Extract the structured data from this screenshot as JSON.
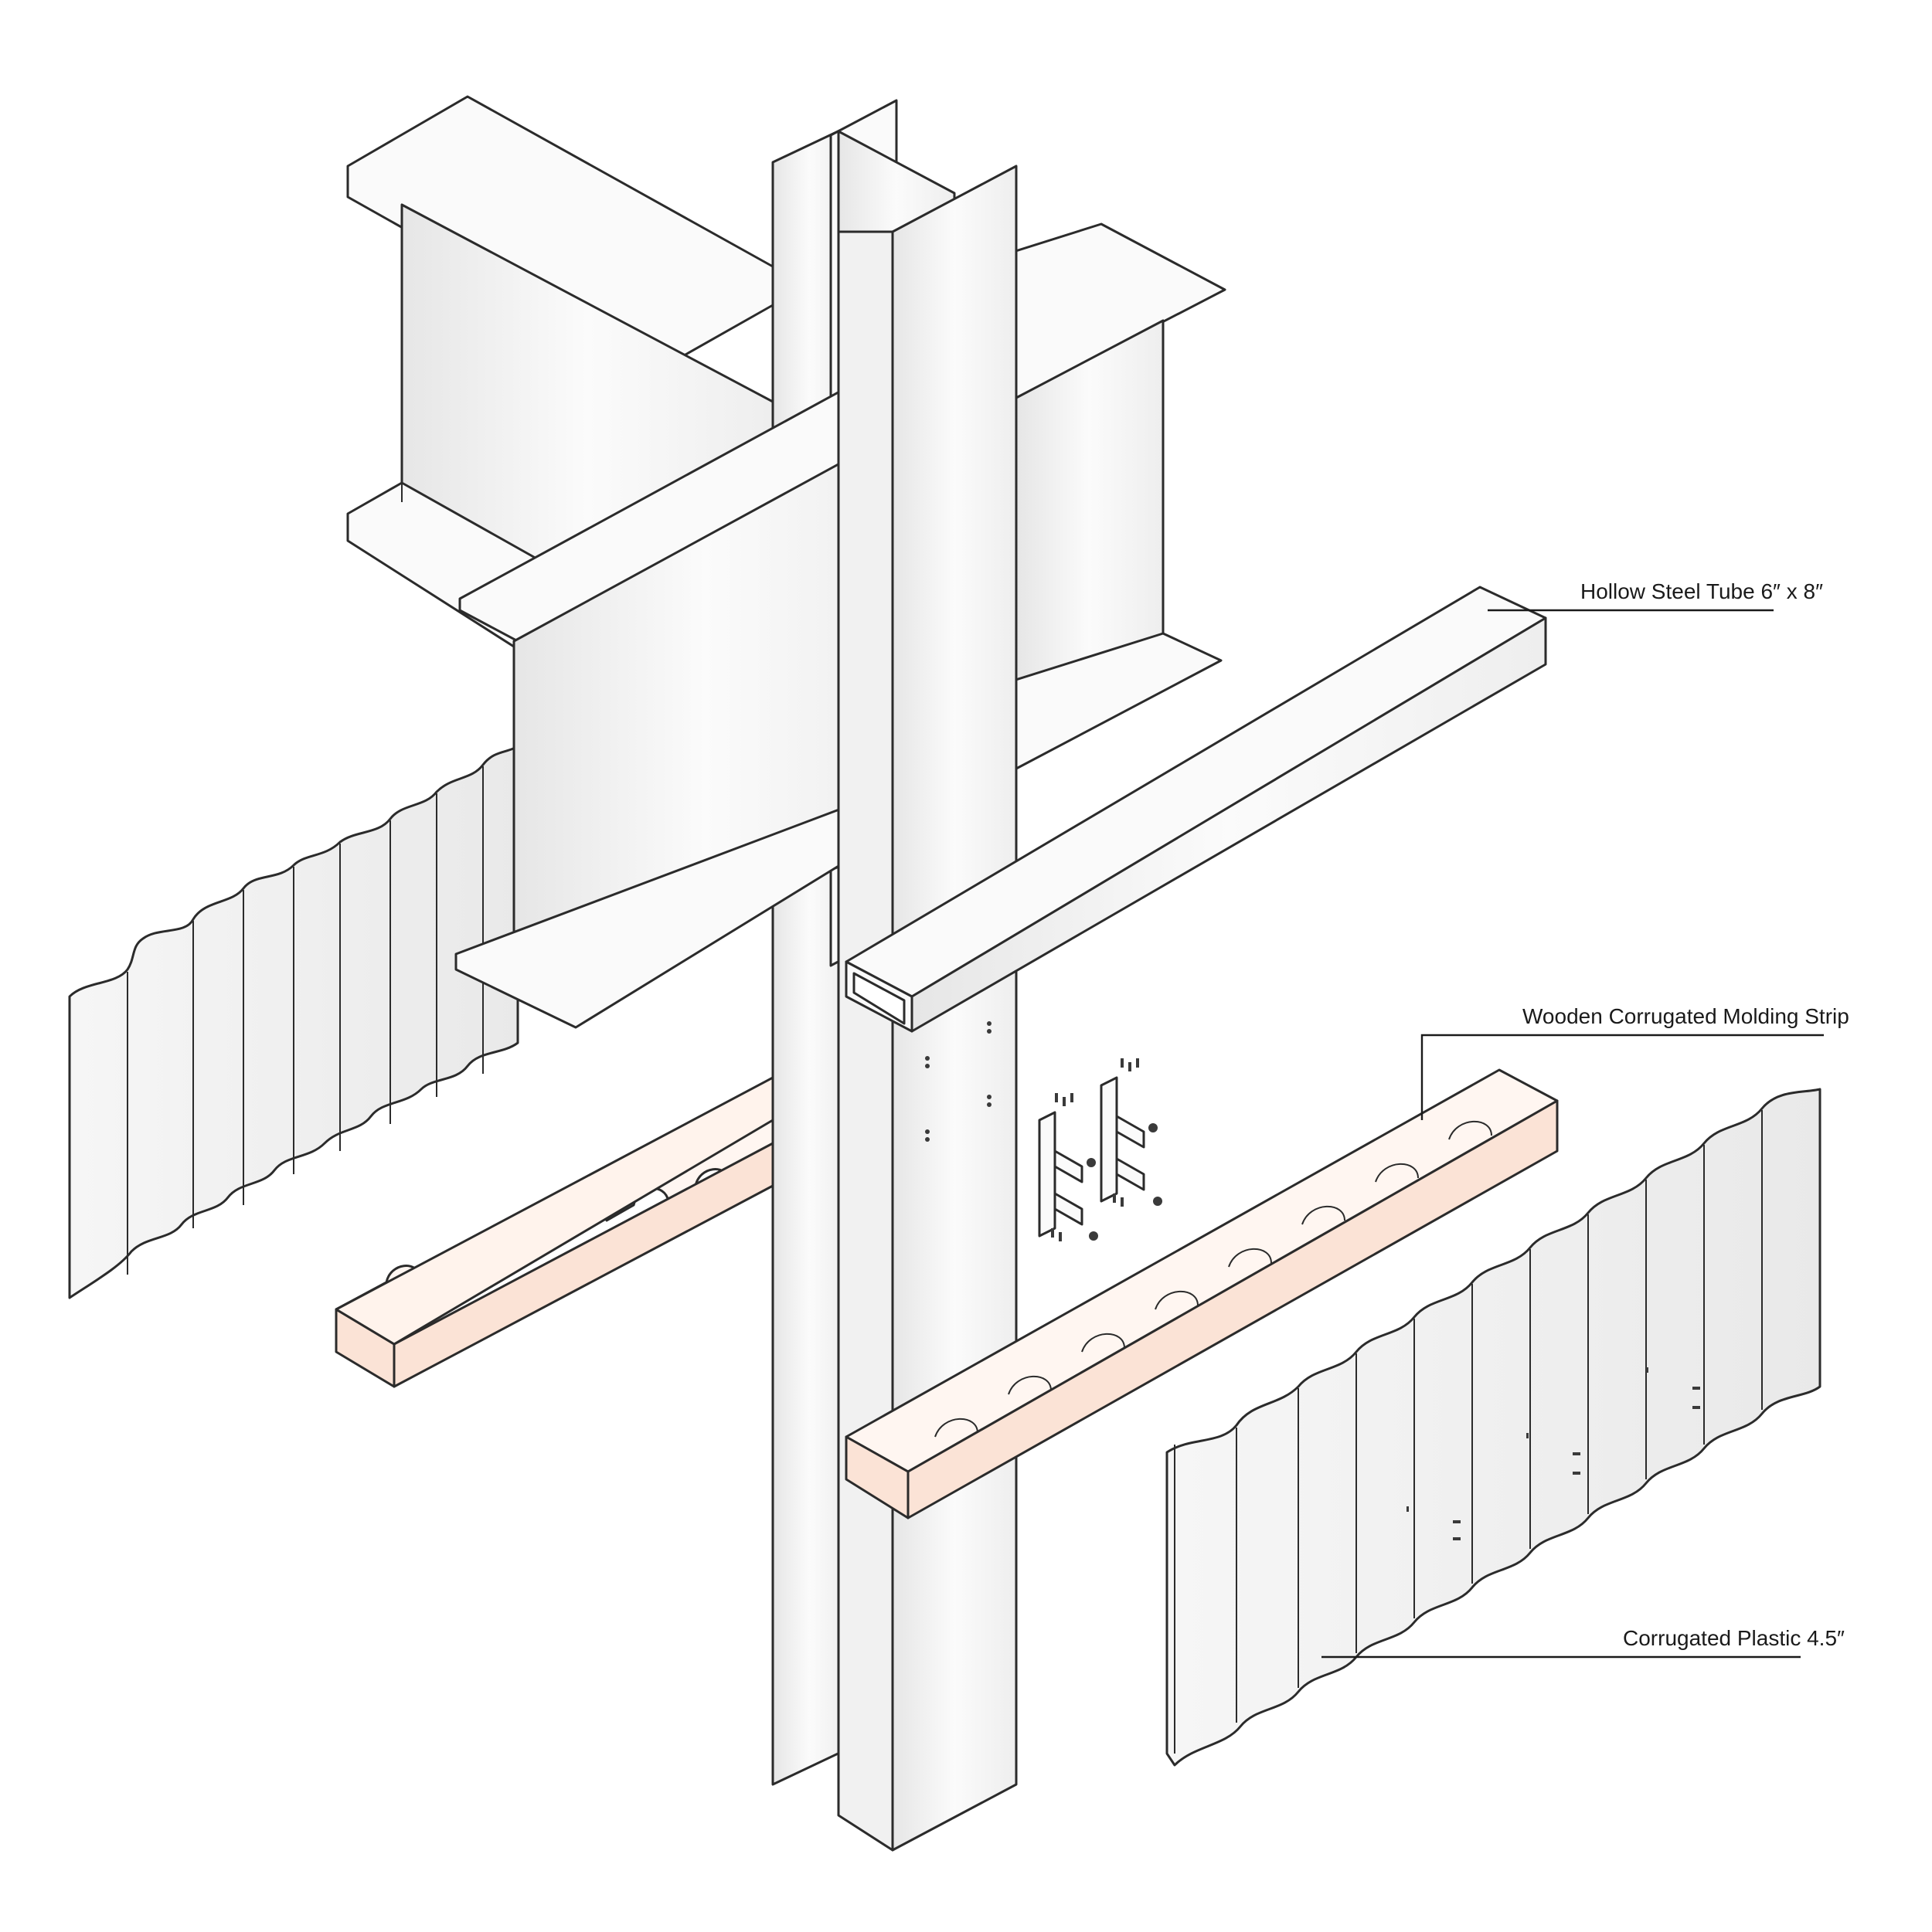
{
  "labels": {
    "tube": "Hollow Steel Tube 6″ x 8″",
    "molding": "Wooden Corrugated Molding Strip",
    "plastic": "Corrugated Plastic 4.5″"
  },
  "colors": {
    "line": "#2b2b2b",
    "steel": "#f4f4f4",
    "wood": "#fbe3d6",
    "background": "#ffffff"
  }
}
